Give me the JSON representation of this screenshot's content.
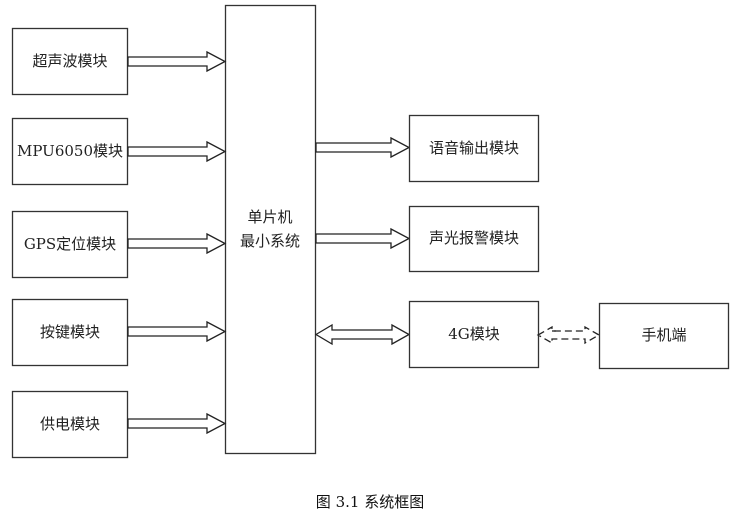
{
  "diagram": {
    "type": "block-diagram",
    "center": {
      "line1": "单片机",
      "line2": "最小系统"
    },
    "inputs": [
      {
        "label": "超声波模块"
      },
      {
        "label": "MPU6050模块"
      },
      {
        "label": "GPS定位模块"
      },
      {
        "label": "按键模块"
      },
      {
        "label": "供电模块"
      }
    ],
    "outputs": [
      {
        "label": "语音输出模块",
        "direction": "out"
      },
      {
        "label": "声光报警模块",
        "direction": "out"
      },
      {
        "label": "4G模块",
        "direction": "bidirectional"
      }
    ],
    "remote": {
      "label": "手机端",
      "link": "wireless-bidirectional"
    },
    "caption": "图 3.1  系统框图"
  }
}
